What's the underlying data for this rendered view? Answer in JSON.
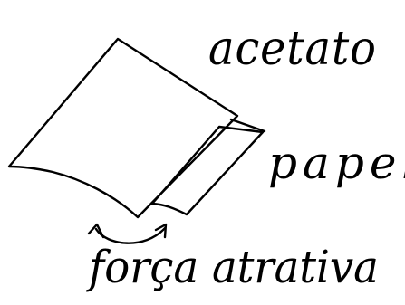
{
  "labels": {
    "acetato": "acetato",
    "papel": "papel",
    "forca": "força atrativa"
  },
  "colors": {
    "ink": "#000000",
    "background": "#ffffff"
  }
}
